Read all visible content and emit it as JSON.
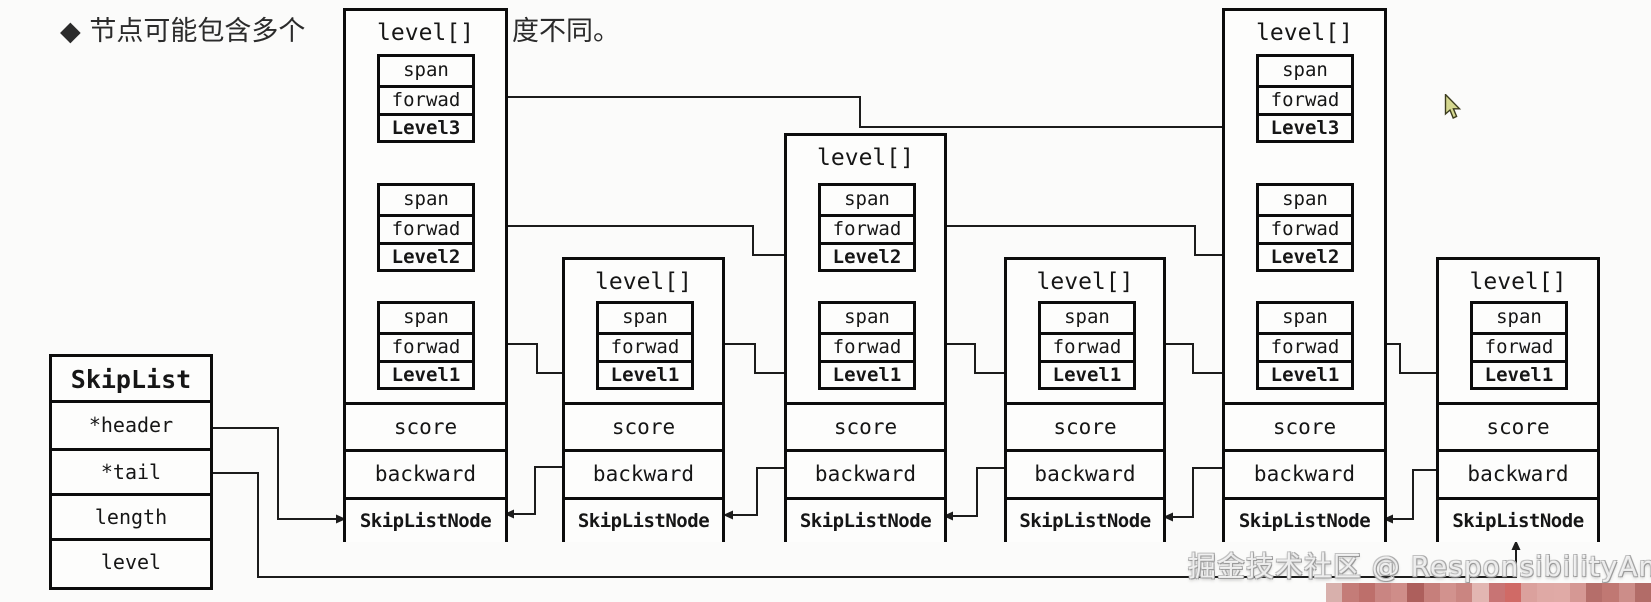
{
  "title": {
    "part1": "◆ 节点可能包含多个",
    "part2": "度不同。"
  },
  "skiplist_struct": {
    "title": "SkipList",
    "fields": [
      "*header",
      "*tail",
      "length",
      "level"
    ]
  },
  "node_field_labels": {
    "array_header": "level[]",
    "span": "span",
    "forward": "forwad",
    "score": "score",
    "backward": "backward",
    "node_type": "SkipListNode"
  },
  "nodes": [
    {
      "levels": [
        "Level3",
        "Level2",
        "Level1"
      ]
    },
    {
      "levels": [
        "Level1"
      ]
    },
    {
      "levels": [
        "Level2",
        "Level1"
      ]
    },
    {
      "levels": [
        "Level1"
      ]
    },
    {
      "levels": [
        "Level3",
        "Level2",
        "Level1"
      ]
    },
    {
      "levels": [
        "Level1"
      ]
    }
  ],
  "watermark": "掘金技术社区 @ ResponsibilityAmbiti",
  "colors": {
    "background": "#fbfbfa",
    "border": "#0c0c0c",
    "line": "#1c1c1c",
    "text": "#161616",
    "cursor_fill": "#d4d78f",
    "cursor_outline": "#3c3c1e"
  },
  "strip_colors": [
    "#d8b0ac",
    "#c47c78",
    "#bd6f6b",
    "#c98582",
    "#cf8d89",
    "#ad5f5c",
    "#c67f7b",
    "#d2928e",
    "#ca8581",
    "#e2b6b2",
    "#c87474",
    "#d06a66",
    "#dba19d",
    "#dfa9a5",
    "#e0aaa6",
    "#d59894",
    "#b56e6a",
    "#c07873",
    "#cc8d89",
    "#b26c68"
  ]
}
